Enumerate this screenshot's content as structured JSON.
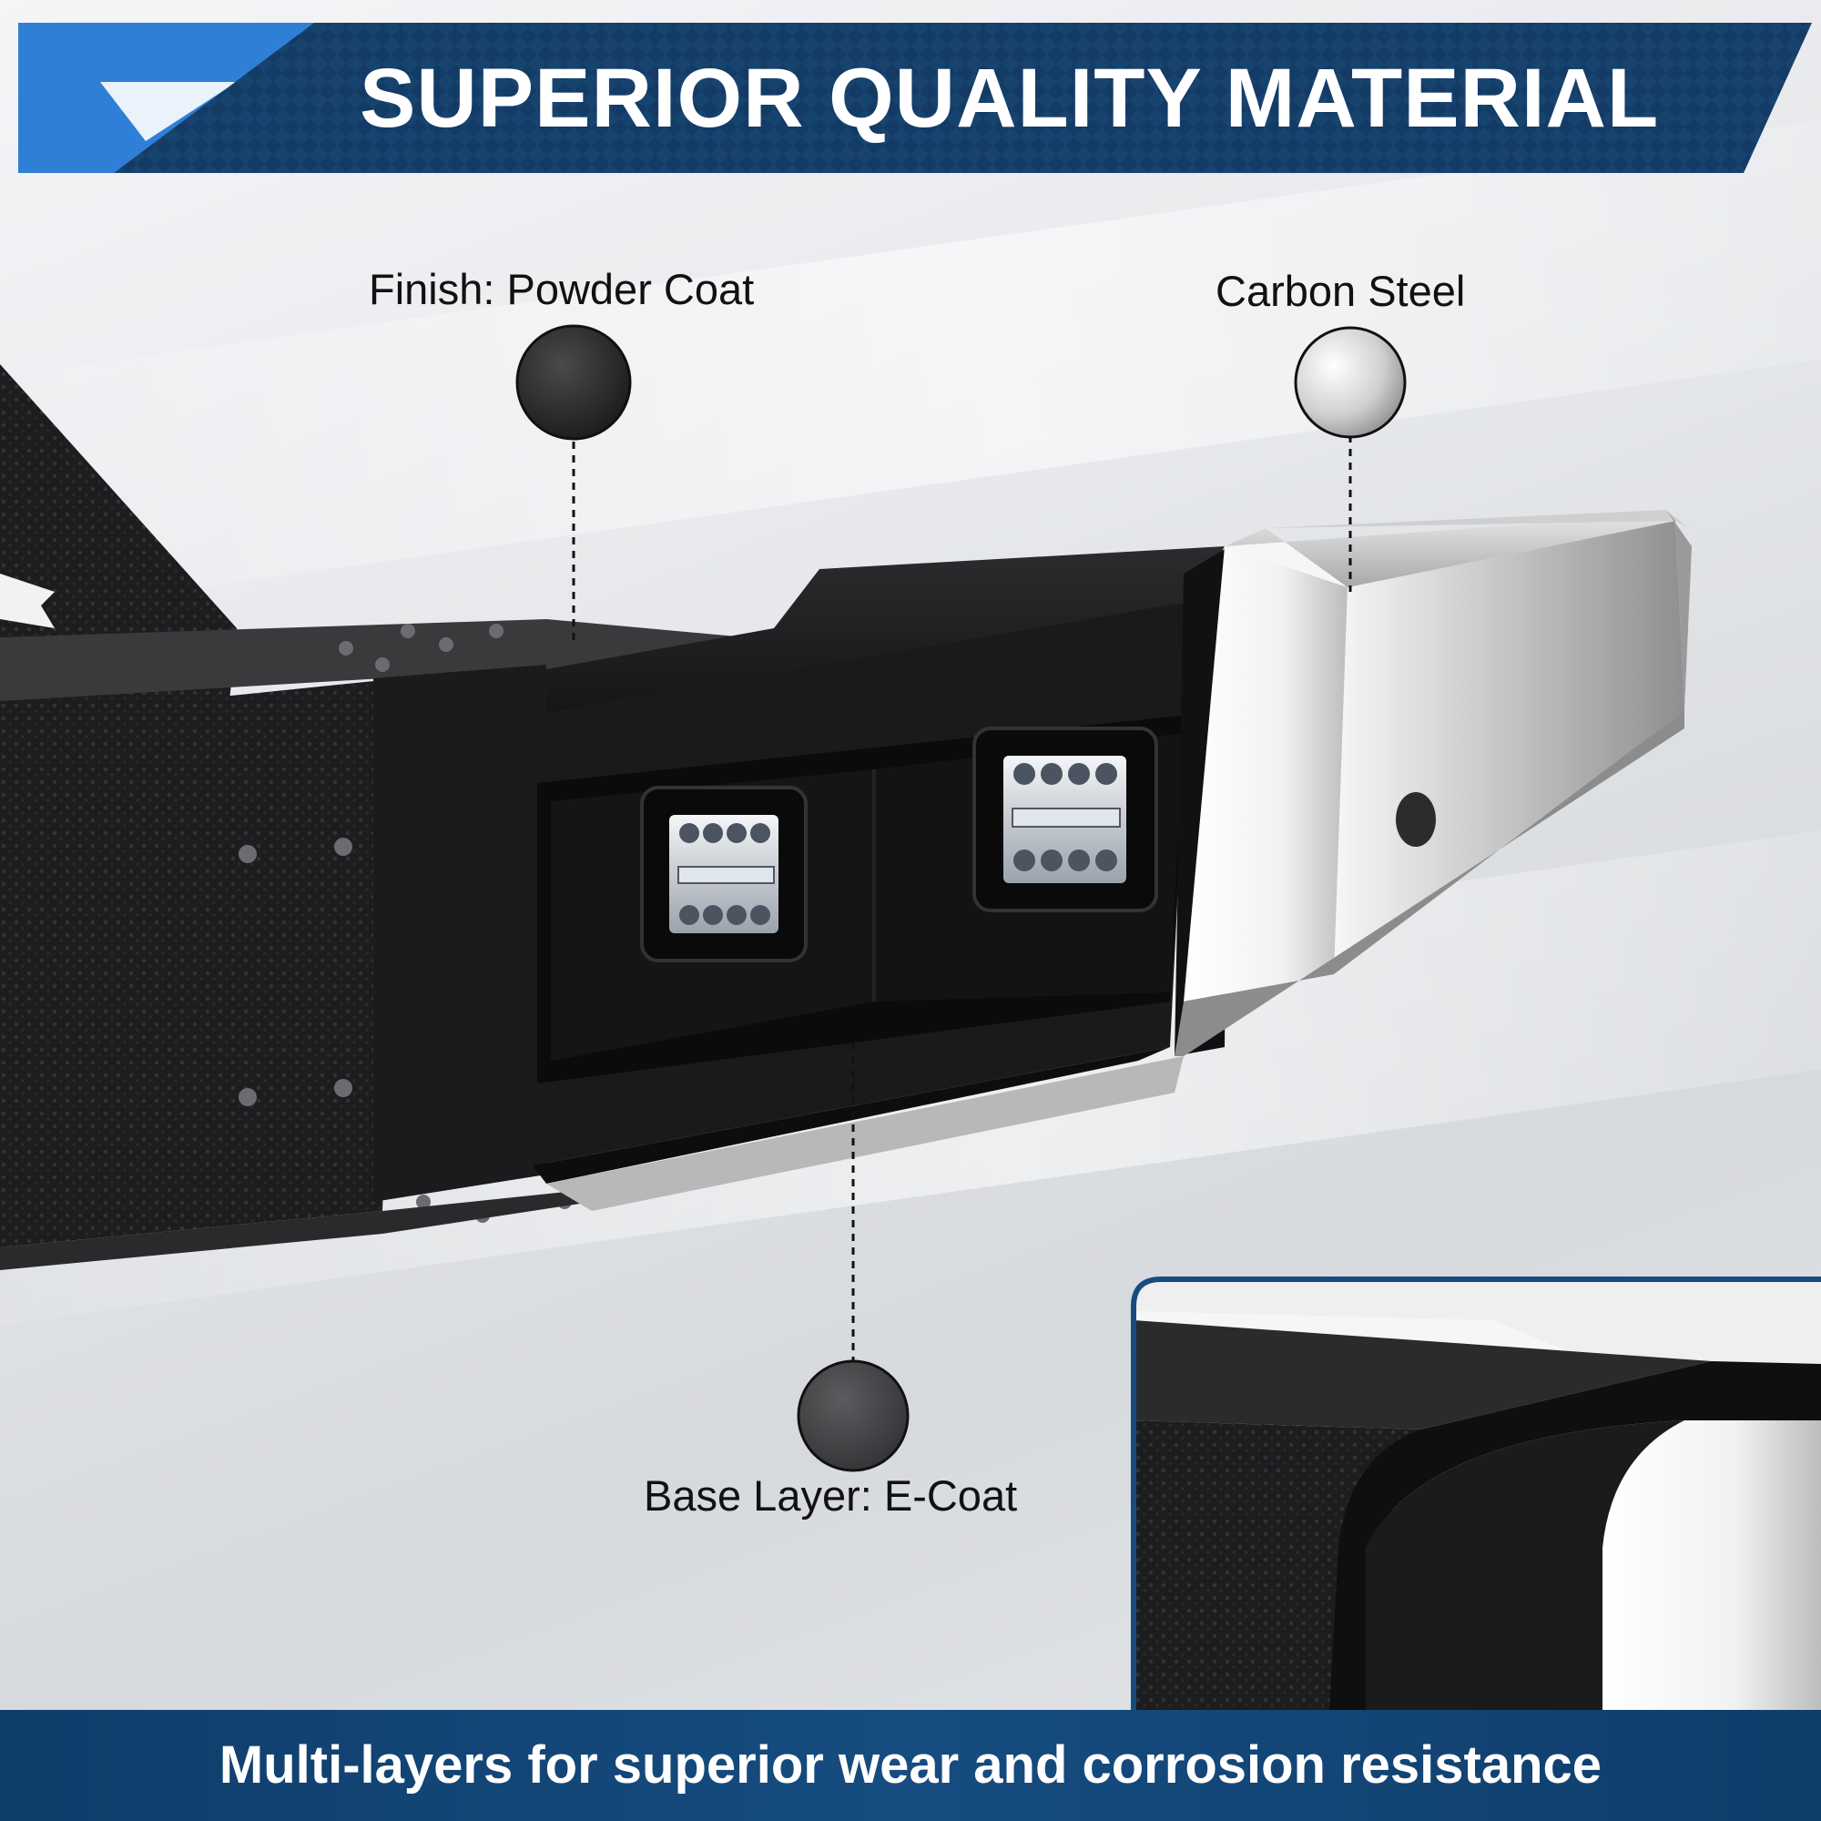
{
  "header": {
    "title": "SUPERIOR QUALITY MATERIAL"
  },
  "callouts": {
    "powder_coat": {
      "label": "Finish: Powder Coat",
      "swatch_color": "#2a2a2a"
    },
    "carbon_steel": {
      "label": "Carbon Steel",
      "swatch_color": "#d8d8d8"
    },
    "e_coat": {
      "label": "Base Layer: E-Coat",
      "swatch_color": "#444446"
    }
  },
  "footer": {
    "tagline": "Multi-layers for superior wear and corrosion resistance"
  },
  "colors": {
    "banner_blue": "#133b66",
    "accent_blue": "#2f7fd6",
    "footer_blue": "#164c80"
  },
  "product": {
    "name": "front-bumper-with-led-lights"
  }
}
